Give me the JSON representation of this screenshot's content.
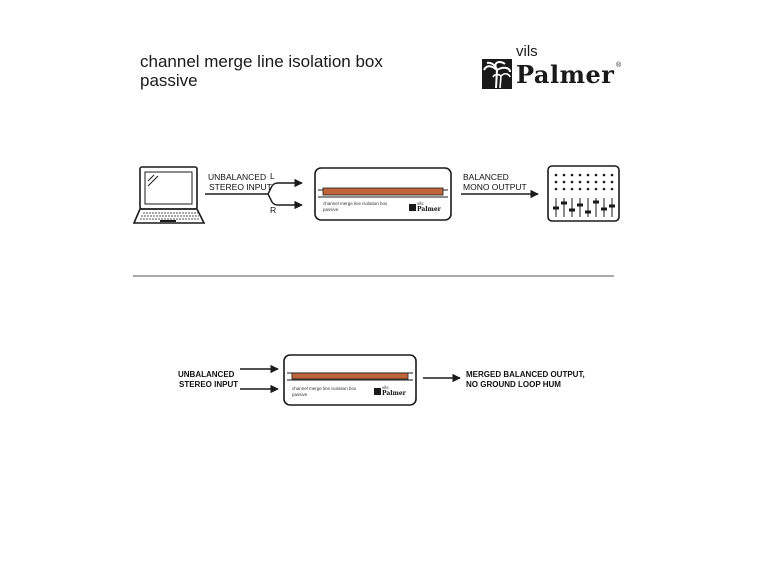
{
  "title": {
    "line1": "channel merge line isolation box",
    "line2": "passive"
  },
  "logo": {
    "prefix": "vils",
    "name": "Palmer",
    "mark": "®",
    "icon": "palm-tree-icon"
  },
  "diagram_top": {
    "input_label_1": "UNBALANCED",
    "input_label_2": "STEREO INPUT",
    "channel_l": "L",
    "channel_r": "R",
    "output_label_1": "BALANCED",
    "output_label_2": "MONO OUTPUT",
    "source_icon": "laptop-icon",
    "destination_icon": "mixing-console-icon",
    "device_text_1": "channel merge line isolation box",
    "device_text_2": "passive",
    "device_logo": "Palmer",
    "device_logo_prefix": "vils"
  },
  "diagram_bottom": {
    "input_label_1": "UNBALANCED",
    "input_label_2": "STEREO INPUT",
    "output_label_1": "MERGED BALANCED OUTPUT,",
    "output_label_2": "NO GROUND LOOP HUM",
    "device_text_1": "channel merge line isolation box",
    "device_text_2": "passive",
    "device_logo": "Palmer",
    "device_logo_prefix": "vils"
  },
  "colors": {
    "stroke": "#1a1a1a",
    "accent_strip": "#c0643a",
    "divider": "#555555"
  }
}
